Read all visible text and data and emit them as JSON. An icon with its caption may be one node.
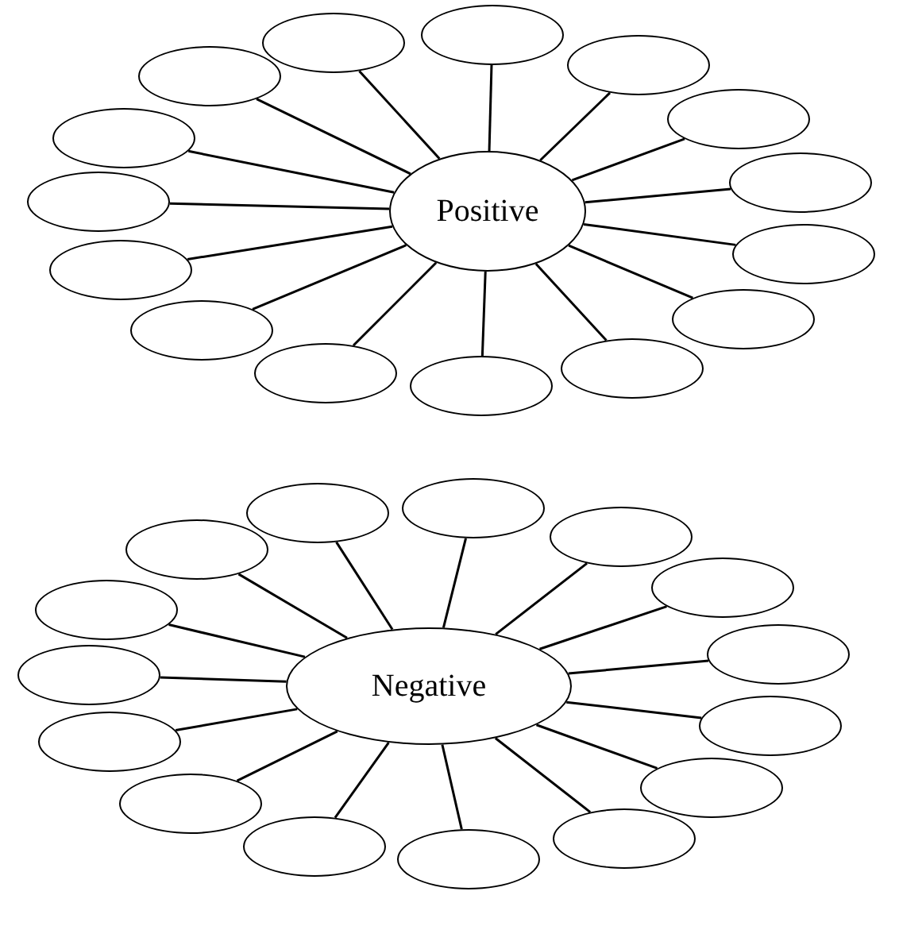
{
  "diagram": {
    "nodes": [
      {
        "text": [
          "Positive"
        ]
      },
      {
        "text": [],
        "shape": "ellipse"
      },
      {
        "text": [],
        "shape": "ellipse"
      },
      {
        "text": [],
        "shape": "ellipse"
      },
      {
        "text": [],
        "shape": "ellipse"
      },
      {
        "text": [],
        "shape": "ellipse"
      },
      {
        "text": [],
        "shape": "ellipse"
      },
      {
        "text": [],
        "shape": "ellipse"
      },
      {
        "text": [],
        "shape": "ellipse"
      },
      {
        "text": [],
        "shape": "ellipse"
      },
      {
        "text": [],
        "shape": "ellipse"
      },
      {
        "text": [],
        "shape": "ellipse"
      },
      {
        "text": [],
        "shape": "ellipse"
      },
      {
        "text": [],
        "shape": "ellipse"
      },
      {
        "text": [],
        "shape": "ellipse"
      },
      {
        "text": [],
        "shape": "ellipse"
      },
      {
        "text": [
          "Negative"
        ]
      },
      {
        "text": [],
        "shape": "ellipse"
      },
      {
        "text": [],
        "shape": "ellipse"
      },
      {
        "text": [],
        "shape": "ellipse"
      },
      {
        "text": [],
        "shape": "ellipse"
      },
      {
        "text": [],
        "shape": "ellipse"
      },
      {
        "text": [],
        "shape": "ellipse"
      },
      {
        "text": [],
        "shape": "ellipse"
      },
      {
        "text": [],
        "shape": "ellipse"
      },
      {
        "text": [],
        "shape": "ellipse"
      },
      {
        "text": [],
        "shape": "ellipse"
      },
      {
        "text": [],
        "shape": "ellipse"
      },
      {
        "text": [],
        "shape": "ellipse"
      },
      {
        "text": [],
        "shape": "ellipse"
      },
      {
        "text": [],
        "shape": "ellipse"
      },
      {
        "text": [],
        "shape": "ellipse"
      }
    ],
    "edges": [
      {
        "from": 0,
        "to": 1,
        "arrow": "none"
      },
      {
        "from": 0,
        "to": 2,
        "arrow": "none"
      },
      {
        "from": 0,
        "to": 3,
        "arrow": "none"
      },
      {
        "from": 0,
        "to": 4,
        "arrow": "none"
      },
      {
        "from": 0,
        "to": 5,
        "arrow": "none"
      },
      {
        "from": 0,
        "to": 6,
        "arrow": "none"
      },
      {
        "from": 0,
        "to": 7,
        "arrow": "none"
      },
      {
        "from": 0,
        "to": 8,
        "arrow": "none"
      },
      {
        "from": 0,
        "to": 9,
        "arrow": "none"
      },
      {
        "from": 0,
        "to": 10,
        "arrow": "none"
      },
      {
        "from": 0,
        "to": 11,
        "arrow": "none"
      },
      {
        "from": 0,
        "to": 12,
        "arrow": "none"
      },
      {
        "from": 0,
        "to": 13,
        "arrow": "none"
      },
      {
        "from": 0,
        "to": 14,
        "arrow": "none"
      },
      {
        "from": 0,
        "to": 15,
        "arrow": "none"
      },
      {
        "from": 16,
        "to": 17,
        "arrow": "none"
      },
      {
        "from": 16,
        "to": 18,
        "arrow": "none"
      },
      {
        "from": 16,
        "to": 19,
        "arrow": "none"
      },
      {
        "from": 16,
        "to": 20,
        "arrow": "none"
      },
      {
        "from": 16,
        "to": 21,
        "arrow": "none"
      },
      {
        "from": 16,
        "to": 22,
        "arrow": "none"
      },
      {
        "from": 16,
        "to": 23,
        "arrow": "none"
      },
      {
        "from": 16,
        "to": 24,
        "arrow": "none"
      },
      {
        "from": 16,
        "to": 25,
        "arrow": "none"
      },
      {
        "from": 16,
        "to": 26,
        "arrow": "none"
      },
      {
        "from": 16,
        "to": 27,
        "arrow": "none"
      },
      {
        "from": 16,
        "to": 28,
        "arrow": "none"
      },
      {
        "from": 16,
        "to": 29,
        "arrow": "none"
      },
      {
        "from": 16,
        "to": 30,
        "arrow": "none"
      },
      {
        "from": 16,
        "to": 31,
        "arrow": "none"
      }
    ]
  }
}
